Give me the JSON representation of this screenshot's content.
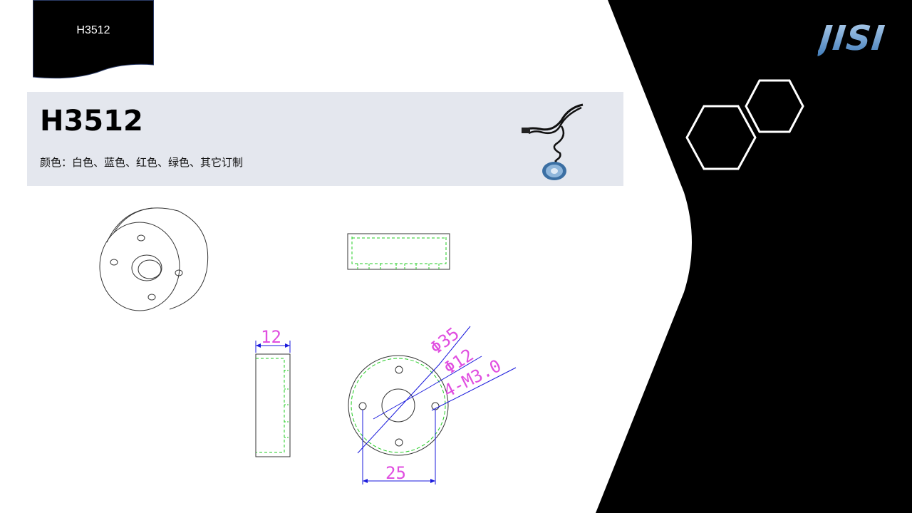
{
  "tab": {
    "label": "H3512"
  },
  "header": {
    "title": "H3512",
    "colors_text": "颜色：白色、蓝色、红色、绿色、其它订制"
  },
  "logo": {
    "text": "JISI"
  },
  "drawing": {
    "dimensions": {
      "thickness": "12",
      "outer_diameter": "Φ35",
      "inner_diameter": "Φ12",
      "holes": "4-M3.0",
      "hole_spacing": "25"
    }
  },
  "icons": [
    "product-photo-icon",
    "hexagon-icon"
  ],
  "colors": {
    "background_dark": "#000000",
    "panel": "#e4e7ee",
    "dimension_lines": "#1a1adc",
    "dimension_text": "#e04ee0",
    "hidden_lines": "#22cc22",
    "logo_light": "#b6d2ee",
    "logo_dark": "#3c79b8"
  }
}
